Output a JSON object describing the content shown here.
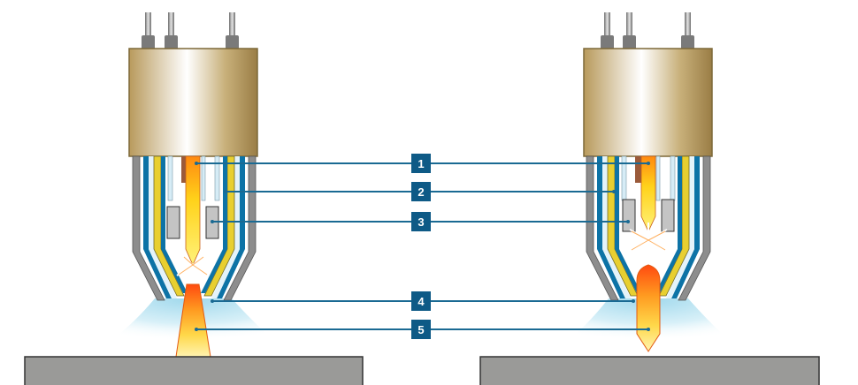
{
  "callouts": [
    {
      "number": "1"
    },
    {
      "number": "2"
    },
    {
      "number": "3"
    },
    {
      "number": "4"
    },
    {
      "number": "5"
    }
  ],
  "colors": {
    "callout_box": "#0e5a86",
    "leader_line": "#1a6a93",
    "nozzle_blue": "#0d73a6",
    "nozzle_gray": "#8d8d8d",
    "insulator_yellow": "#e8cf30",
    "housing_gold": "#c8b07a",
    "workpiece": "#9a9a98",
    "shield_gas": "#bfe6f2",
    "plasma_core": "#ffd21a",
    "plasma_hot": "#ff5a1a"
  }
}
